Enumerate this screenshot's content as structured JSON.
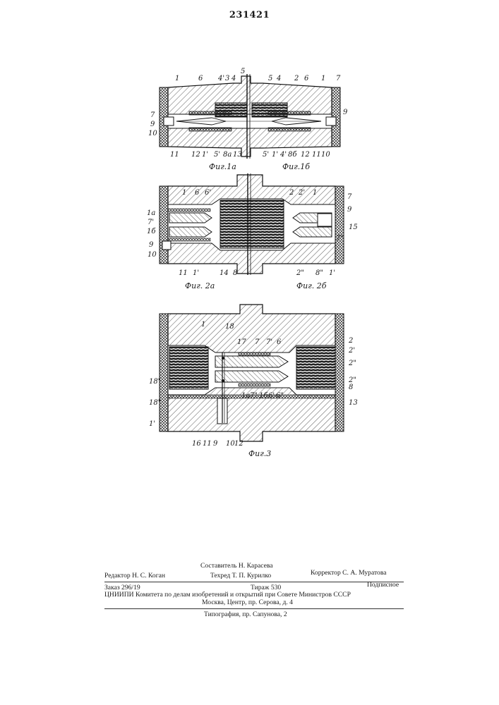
{
  "patent_number": "231421",
  "figures": {
    "fig1a": {
      "caption": "Фиг.1а",
      "top_labels": [
        "1",
        "6",
        "4'",
        "3",
        "4",
        "5",
        "5",
        "4",
        "2",
        "6",
        "1",
        "7"
      ],
      "left_labels": [
        "7",
        "9",
        "10"
      ],
      "right_labels": [
        "9"
      ],
      "bottom_labels": [
        "11",
        "12",
        "1'",
        "5'",
        "8а",
        "13",
        "5'",
        "1'",
        "4'",
        "8б",
        "12",
        "11",
        "10"
      ]
    },
    "fig1b": {
      "caption": "Фиг.1б"
    },
    "fig2a": {
      "caption": "Фиг. 2а",
      "top_labels": [
        "1",
        "6",
        "6'",
        "2",
        "2'",
        "1"
      ],
      "left_labels": [
        "1а",
        "7'",
        "1б",
        "9",
        "10"
      ],
      "right_labels": [
        "7",
        "9",
        "15",
        "7\""
      ],
      "bottom_labels": [
        "11",
        "1'",
        "14",
        "8",
        "2\"",
        "8\"",
        "1'"
      ]
    },
    "fig2b": {
      "caption": "Фиг. 2б"
    },
    "fig3": {
      "caption": "Фиг.3",
      "top_labels": [
        "1",
        "18",
        "17",
        "7",
        "7'",
        "6"
      ],
      "left_labels": [
        "18'",
        "18\"",
        "1'"
      ],
      "right_labels": [
        "2",
        "2'",
        "2\"",
        "2\"",
        "8",
        "13"
      ],
      "bottom_labels": [
        "16",
        "11",
        "9",
        "10",
        "12"
      ],
      "inner_labels": [
        "1а",
        "7\"",
        "1б",
        "6'",
        "6\""
      ]
    }
  },
  "imprint": {
    "compiler": "Составитель Н. Карасева",
    "editor": "Редактор Н. С. Коган",
    "techred": "Техред Т. П. Курилко",
    "proofreader": "Корректор С. А. Муратова",
    "order": "Заказ 296/19",
    "circulation": "Тираж 530",
    "subscription": "Подписное",
    "institute": "ЦНИИПИ Комитета по делам изобретений и открытий при Совете Министров СССР",
    "address": "Москва, Центр, пр. Серова, д. 4",
    "printer": "Типография, пр. Сапунова, 2"
  }
}
